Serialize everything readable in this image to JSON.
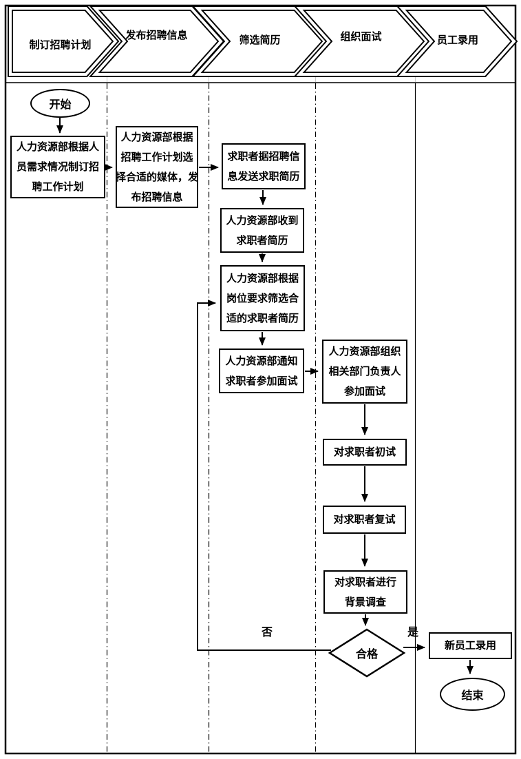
{
  "header": {
    "steps": [
      "制订招聘计划",
      "发布招聘信息",
      "筛选简历",
      "组织面试",
      "员工录用"
    ]
  },
  "flow": {
    "start_label": "开始",
    "end_label": "结束",
    "boxes": {
      "plan": "人力资源部根据人\n员需求情况制订招\n聘工作计划",
      "publish": "人力资源部根据\n招聘工作计划选\n择合适的媒体，发\n布招聘信息",
      "send_resume": "求职者据招聘信\n息发送求职简历",
      "receive_resume": "人力资源部收到\n求职者简历",
      "screen_resume": "人力资源部根据\n岗位要求筛选合\n适的求职者简历",
      "notify_interview": "人力资源部通知\n求职者参加面试",
      "organize_interview": "人力资源部组织\n相关部门负责人\n参加面试",
      "first_interview": "对求职者初试",
      "second_interview": "对求职者复试",
      "background_check": "对求职者进行\n背景调查",
      "hire": "新员工录用"
    },
    "decision": {
      "label": "合格",
      "yes_label": "是",
      "no_label": "否"
    }
  },
  "colors": {
    "line": "#000000",
    "background": "#ffffff",
    "grid": "#c8c8c8"
  }
}
